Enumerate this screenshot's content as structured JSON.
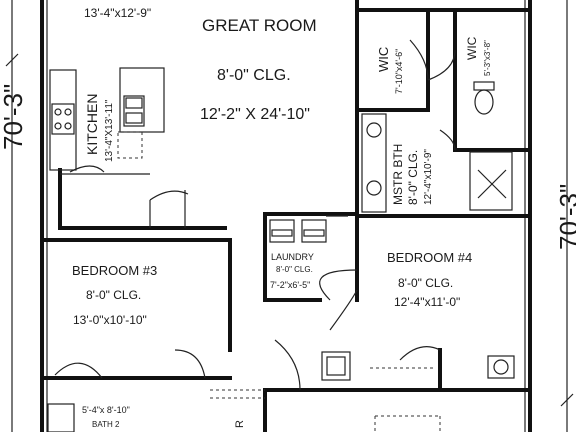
{
  "plan": {
    "rooms": {
      "top_left_dims": "13'-4\"x12'-9\"",
      "great_room": {
        "name": "GREAT ROOM",
        "ceiling": "8'-0\" CLG.",
        "dims": "12'-2\" X 24'-10\""
      },
      "kitchen": {
        "name": "KITCHEN",
        "dims": "13'-4\"X13'-11\""
      },
      "wic_1": {
        "name": "WIC",
        "dims": "7'-10\"x4'-6\""
      },
      "wic_2": {
        "name": "WIC",
        "dims": "5'-3\"x3'-8\""
      },
      "master_bath": {
        "name": "MSTR BTH",
        "ceiling": "8'-0\" CLG.",
        "dims": "12'-4\"x10'-9\""
      },
      "laundry": {
        "name": "LAUNDRY",
        "ceiling": "8'-0\" CLG.",
        "dims": "7'-2\"x6'-5\""
      },
      "bedroom_3": {
        "name": "BEDROOM #3",
        "ceiling": "8'-0\" CLG.",
        "dims": "13'-0\"x10'-10\""
      },
      "bedroom_4": {
        "name": "BEDROOM #4",
        "ceiling": "8'-0\" CLG.",
        "dims": "12'-4\"x11'-0\""
      },
      "bath_2": {
        "name": "BATH 2",
        "dims": "5'-4\"x 8'-10\""
      }
    },
    "dimensions": {
      "left_overall": "70'-3\"",
      "right_overall": "70'-3\""
    },
    "misc_label": "R"
  }
}
